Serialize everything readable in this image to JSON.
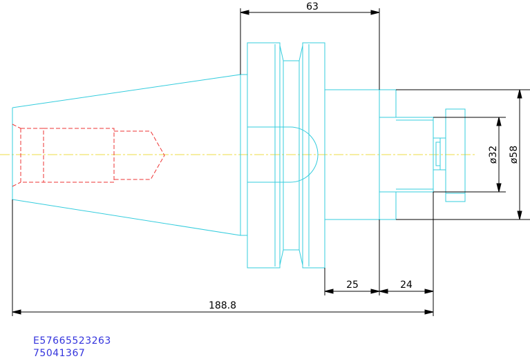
{
  "dimensions": {
    "top_length": "63",
    "diameter_small": "ø32",
    "diameter_large": "ø58",
    "flange_length": "25",
    "nose_length": "24",
    "overall_length": "188.8"
  },
  "part_codes": {
    "line1": "E57665523263",
    "line2": "75041367"
  },
  "colors": {
    "outline": "#33ccdd",
    "hidden": "#ee3333",
    "centerline": "#eedd44",
    "dimension": "#000000",
    "code_text": "#3333dd"
  }
}
